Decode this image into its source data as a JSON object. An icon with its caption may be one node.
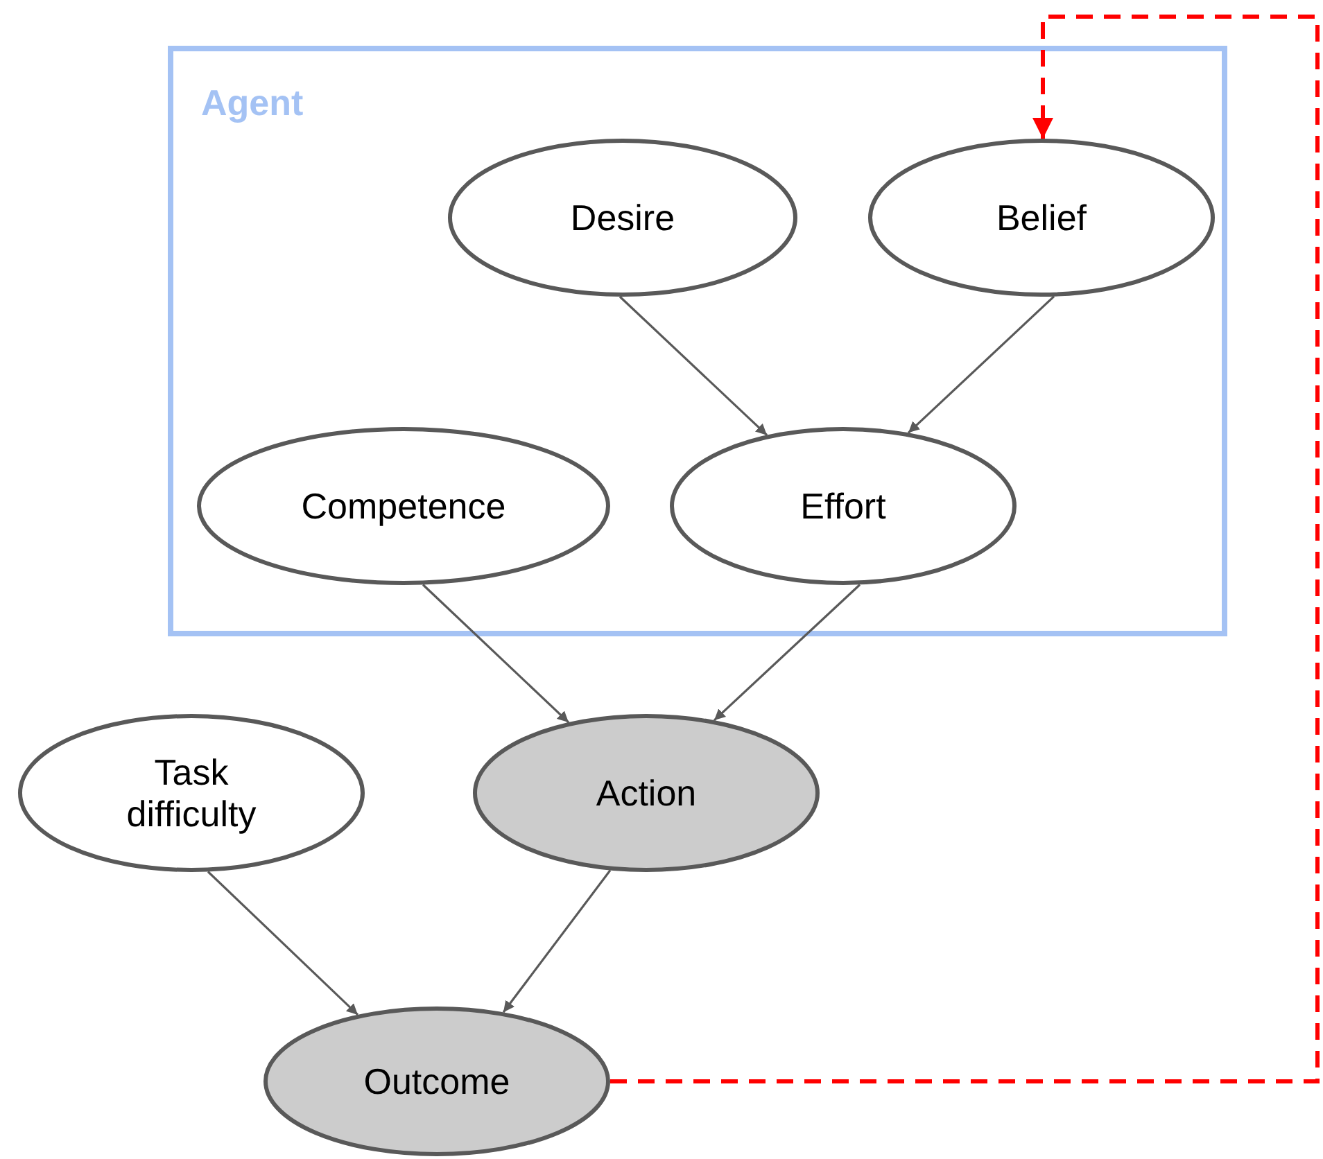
{
  "diagram": {
    "nodes": [
      {
        "text": [
          "Agent"
        ]
      },
      {
        "text": [
          "Desire"
        ],
        "in": 0
      },
      {
        "text": [
          "Belief"
        ],
        "in": 0
      },
      {
        "text": [
          "Competence"
        ],
        "in": 0
      },
      {
        "text": [
          "Effort"
        ],
        "in": 0
      },
      {
        "text": [
          "Task difficulty"
        ]
      },
      {
        "text": [
          "Action"
        ]
      },
      {
        "text": [
          "Outcome"
        ]
      }
    ],
    "edges": [
      {
        "from": 1,
        "to": 4,
        "arrow": "to"
      },
      {
        "from": 2,
        "to": 4,
        "arrow": "to"
      },
      {
        "from": 3,
        "to": 6,
        "arrow": "to"
      },
      {
        "from": 4,
        "to": 6,
        "arrow": "to"
      },
      {
        "from": 5,
        "to": 7,
        "arrow": "to"
      },
      {
        "from": 6,
        "to": 7,
        "arrow": "to"
      },
      {
        "from": 7,
        "to": 2,
        "arrow": "to",
        "style": "dashed",
        "color": "#ff0000"
      }
    ]
  }
}
